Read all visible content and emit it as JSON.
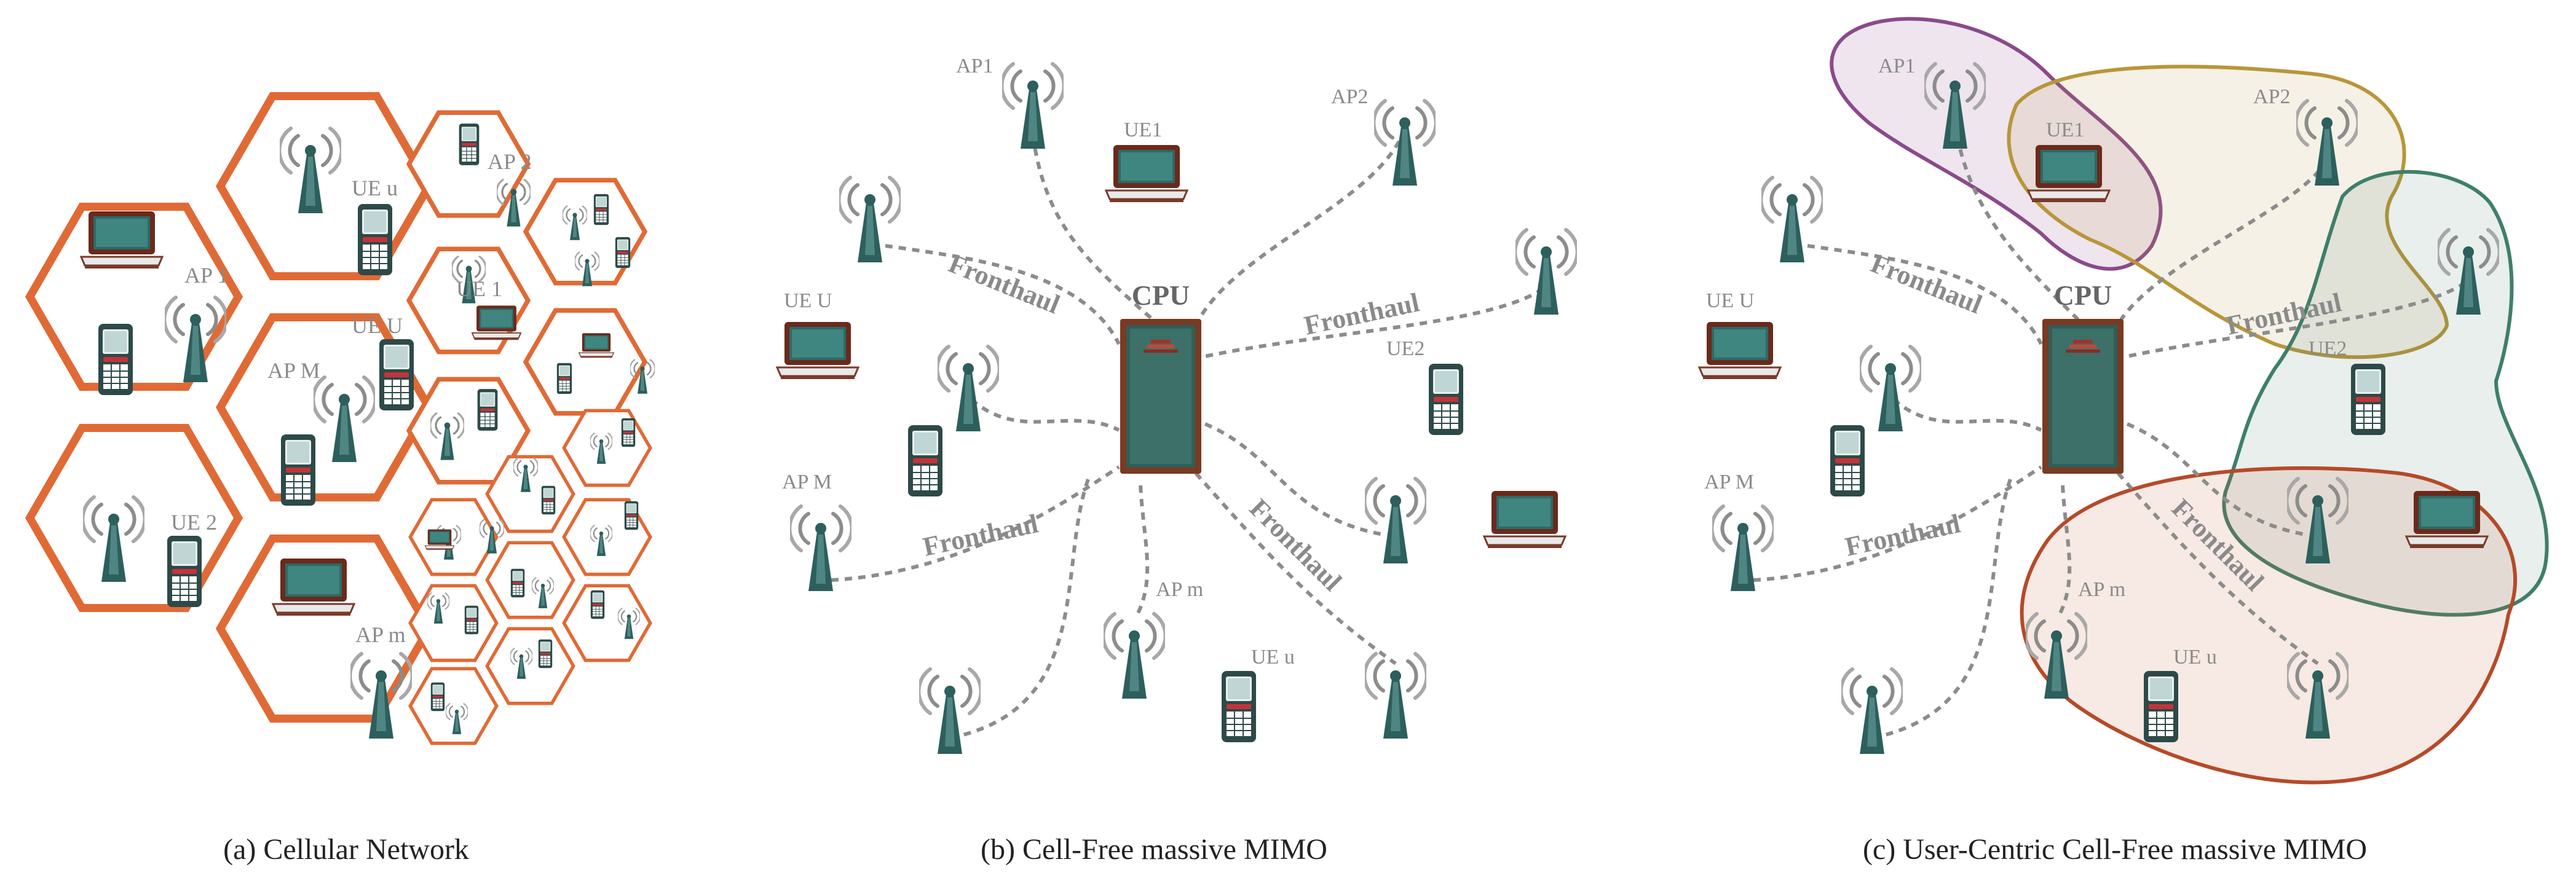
{
  "panels": {
    "a": {
      "caption": "(a) Cellular Network",
      "labels": {
        "ap1": "AP 1",
        "ap2": "AP 2",
        "apM": "AP M",
        "apm": "AP m",
        "ue1": "UE 1",
        "ue2": "UE 2",
        "ueu": "UE u",
        "ueU": "UE U"
      }
    },
    "b": {
      "caption": "(b) Cell-Free massive MIMO",
      "cpu": "CPU",
      "fronthaul": "Fronthaul",
      "labels": {
        "ap1": "AP1",
        "ap2": "AP2",
        "apM": "AP M",
        "apm": "AP m",
        "ue1": "UE1",
        "ue2": "UE2",
        "ueu": "UE u",
        "ueU": "UE U"
      }
    },
    "c": {
      "caption": "(c) User-Centric Cell-Free massive MIMO",
      "cpu": "CPU",
      "fronthaul": "Fronthaul",
      "labels": {
        "ap1": "AP1",
        "ap2": "AP2",
        "apM": "AP M",
        "apm": "AP m",
        "ue1": "UE1",
        "ue2": "UE2",
        "ueu": "UE u",
        "ueU": "UE U"
      }
    }
  },
  "colors": {
    "hex_border": "#e06a35",
    "device": "#2d5f5c",
    "cluster_purple": "#8a4a8a",
    "cluster_gold": "#b8963a",
    "cluster_teal": "#3f7f6a",
    "cluster_red": "#b54a2a"
  }
}
